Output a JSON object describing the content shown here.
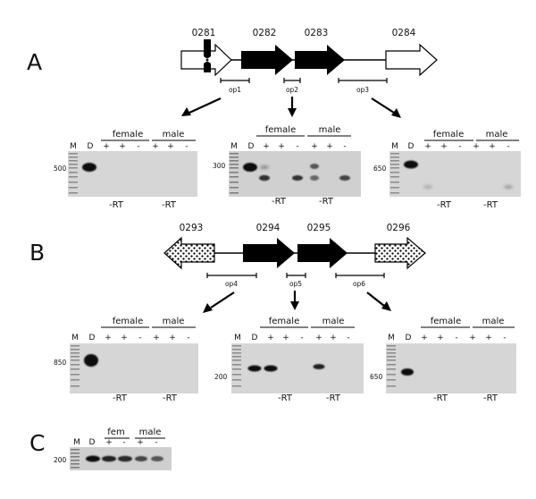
{
  "panels": [
    {
      "letter": "A",
      "genes": [
        "0281",
        "0282",
        "0283",
        "0284"
      ],
      "operons": [
        "op1",
        "op2",
        "op3"
      ],
      "gels": [
        {
          "marker_size": "500",
          "M": "M",
          "D": "D",
          "female": "female",
          "male": "male",
          "lanes": [
            "+",
            "+",
            "-",
            "+",
            "+",
            "-"
          ],
          "rt_female": "-RT",
          "rt_male": "-RT"
        },
        {
          "marker_size": "300",
          "M": "M",
          "D": "D",
          "female": "female",
          "male": "male",
          "lanes": [
            "+",
            "+",
            "-",
            "+",
            "+",
            "-"
          ],
          "rt_female": "-RT",
          "rt_male": "-RT"
        },
        {
          "marker_size": "650",
          "M": "M",
          "D": "D",
          "female": "female",
          "male": "male",
          "lanes": [
            "+",
            "+",
            "-",
            "+",
            "+",
            "-"
          ],
          "rt_female": "-RT",
          "rt_male": "-RT"
        }
      ]
    },
    {
      "letter": "B",
      "genes": [
        "0293",
        "0294",
        "0295",
        "0296"
      ],
      "operons": [
        "op4",
        "op5",
        "op6"
      ],
      "gels": [
        {
          "marker_size": "850",
          "M": "M",
          "D": "D",
          "female": "female",
          "male": "male",
          "lanes": [
            "+",
            "+",
            "-",
            "+",
            "+",
            "-"
          ],
          "rt_female": "-RT",
          "rt_male": "-RT"
        },
        {
          "marker_size": "200",
          "M": "M",
          "D": "D",
          "female": "female",
          "male": "male",
          "lanes": [
            "+",
            "+",
            "-",
            "+",
            "+",
            "-"
          ],
          "rt_female": "-RT",
          "rt_male": "-RT"
        },
        {
          "marker_size": "650",
          "M": "M",
          "D": "D",
          "female": "female",
          "male": "male",
          "lanes": [
            "+",
            "+",
            "-",
            "+",
            "+",
            "-"
          ],
          "rt_female": "-RT",
          "rt_male": "-RT"
        }
      ]
    },
    {
      "letter": "C",
      "gels": [
        {
          "marker_size": "200",
          "M": "M",
          "D": "D",
          "female": "fem",
          "male": "male",
          "lanes": [
            "+",
            "-",
            "+",
            "-"
          ]
        }
      ]
    }
  ],
  "colors": {
    "gel_bg": "#d6d6d6",
    "band": "#111111",
    "gene_fill": "#000000",
    "line": "#000000"
  },
  "icons": [
    "dotted-gene-arrow",
    "open-gene-arrow",
    "solid-gene-arrow",
    "promoter-bent-arrow"
  ]
}
